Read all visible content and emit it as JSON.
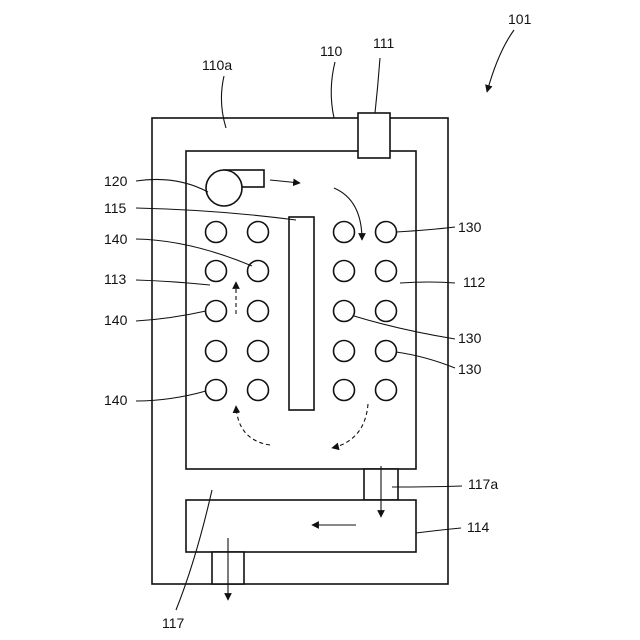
{
  "labels": {
    "device": "101",
    "housing": "110",
    "housing_wall": "110a",
    "top_unit": "111",
    "left_space": "113",
    "divider": "115",
    "fan": "120",
    "right_space": "112",
    "heat_exchanger": "114",
    "duct": "117",
    "duct_connector": "117a",
    "circle_right": "130",
    "circle_left": "140"
  }
}
